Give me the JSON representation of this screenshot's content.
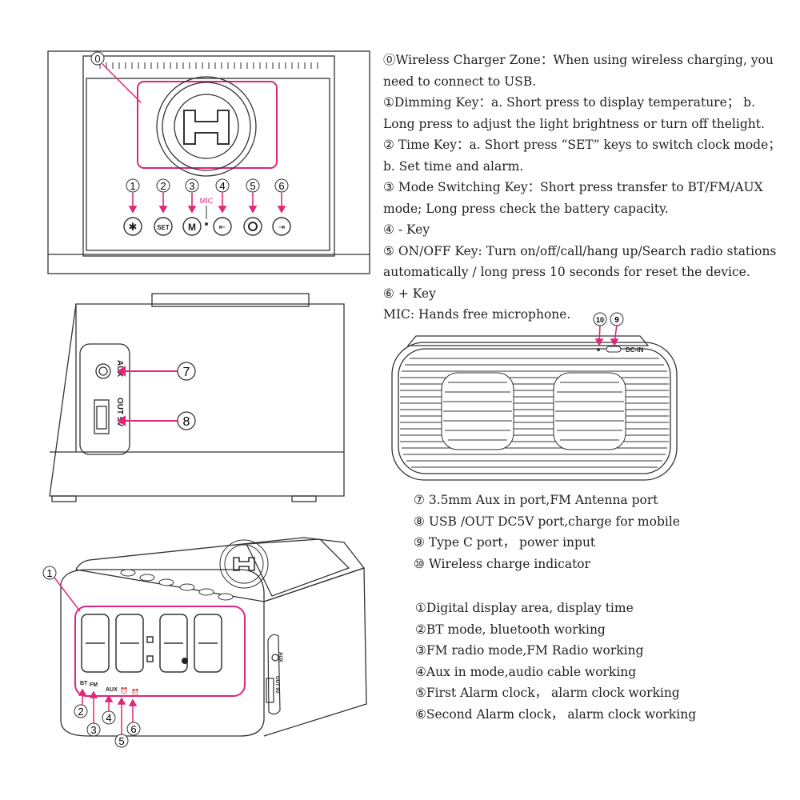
{
  "top_panel": {
    "lines": [
      "⓪Wireless Charger Zone：When using wireless charging, you",
      "need to connect to USB.",
      "①Dimming Key：a. Short press to display temperature； b.",
      "Long press to adjust the light brightness or turn off thelight.",
      "② Time Key：a. Short press “SET” keys to switch clock mode；",
      "b. Set time and alarm.",
      "③ Mode Switching Key：Short press transfer to BT/FM/AUX",
      "mode; Long press check the battery capacity.",
      "④ - Key",
      "⑤ ON/OFF Key: Turn on/off/call/hang up/Search radio stations",
      "automatically / long press 10 seconds for reset the device.",
      "⑥ + Key",
      "MIC: Hands free microphone."
    ]
  },
  "port_notes": [
    "⑦ 3.5mm Aux in port,FM Antenna port",
    "⑧ USB /OUT DC5V port,charge for mobile",
    "⑨ Type C port， power input",
    "⑩ Wireless charge indicator"
  ],
  "display_notes": [
    "①Digital display area, display time",
    "②BT mode, bluetooth working",
    "③FM radio mode,FM Radio working",
    "④Aux in mode,audio cable working",
    "⑤First Alarm clock， alarm clock working",
    "⑥Second Alarm clock， alarm clock working"
  ],
  "diagram_labels": {
    "zone": "0",
    "keys": [
      "1",
      "2",
      "3",
      "4",
      "5",
      "6"
    ],
    "mic": "MIC",
    "set": "SET",
    "m": "M",
    "aux": "AUX",
    "out5v": "OUT 5V",
    "port7": "7",
    "port8": "8",
    "port9": "9",
    "port10": "10",
    "dcin": "DC-IN",
    "front": [
      "1",
      "2",
      "3",
      "4",
      "5",
      "6"
    ],
    "bt": "BT",
    "fm": "FM",
    "aux_small": "AUX",
    "out_small": "OUT 5V"
  },
  "colors": {
    "accent": "#e0267a",
    "line": "#333333"
  }
}
